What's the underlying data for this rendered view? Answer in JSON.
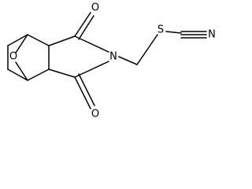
{
  "molecule": {
    "atom_labels": {
      "bridge_oxygen": "O",
      "carbonyl_oxygen_top": "O",
      "carbonyl_oxygen_bottom": "O",
      "imide_nitrogen": "N",
      "sulfur": "S",
      "nitrile_nitrogen": "N"
    }
  },
  "colors": {
    "bond": "#000000",
    "label": "#000000",
    "background": "#ffffff"
  }
}
